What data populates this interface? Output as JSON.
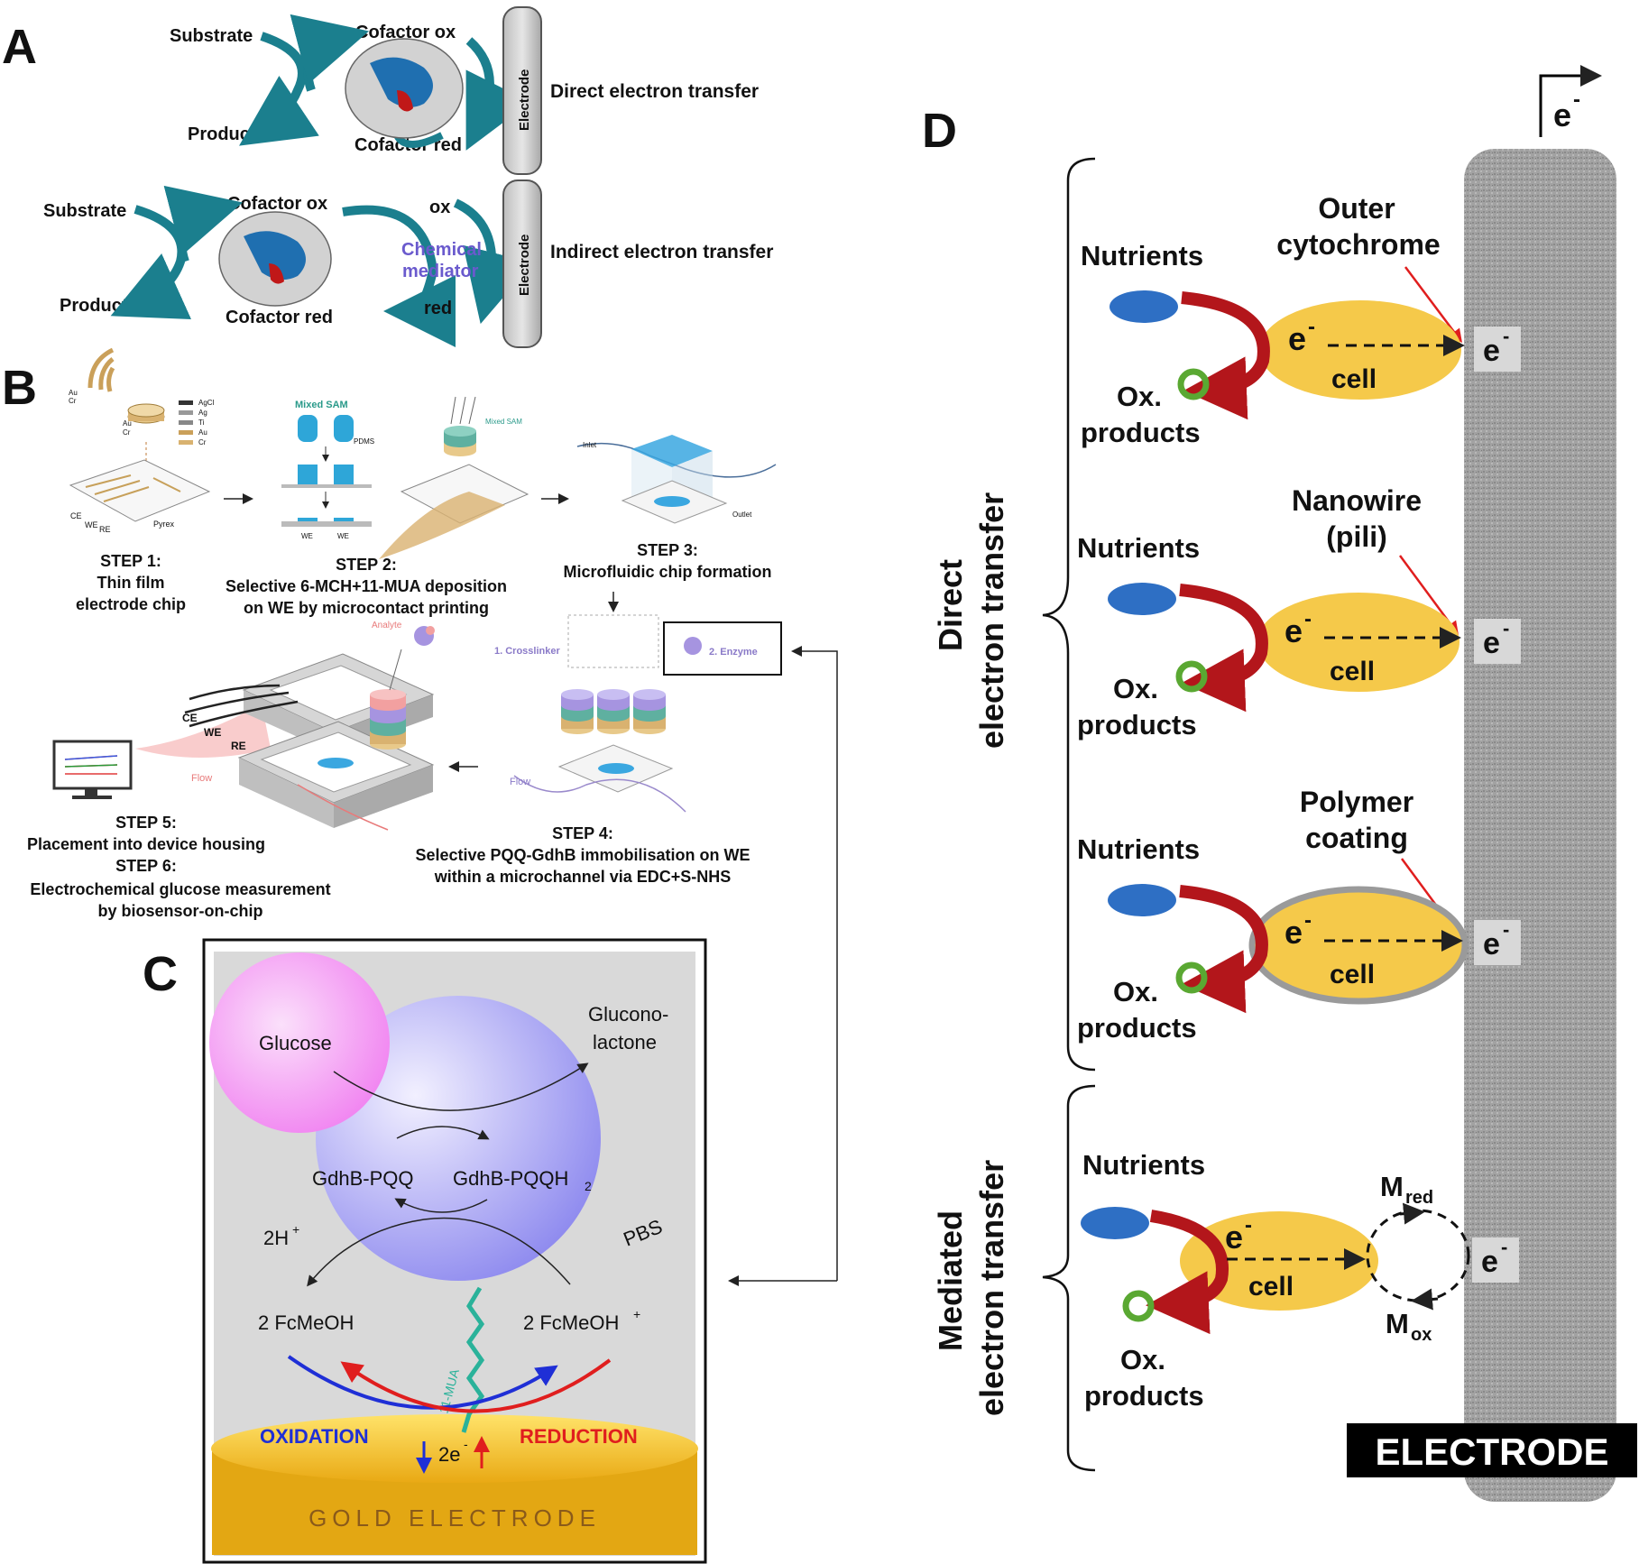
{
  "panels": {
    "A": {
      "letter": "A",
      "direct": {
        "substrate": "Substrate",
        "product": "Product",
        "cofactor_ox": "Cofactor ox",
        "cofactor_red": "Cofactor red",
        "electrode": "Electrode",
        "caption": "Direct electron transfer"
      },
      "indirect": {
        "substrate": "Substrate",
        "product": "Product",
        "cofactor_ox": "Cofactor ox",
        "cofactor_red": "Cofactor red",
        "ox": "ox",
        "red": "red",
        "mediator_line1": "Chemical",
        "mediator_line2": "mediator",
        "electrode": "Electrode",
        "caption": "Indirect electron transfer"
      }
    },
    "B": {
      "letter": "B",
      "step1": [
        "STEP 1:",
        "Thin film",
        "electrode chip"
      ],
      "step2": [
        "STEP 2:",
        "Selective 6-MCH+11-MUA deposition",
        "on WE by microcontact printing"
      ],
      "step3": [
        "STEP 3:",
        "Microfluidic chip formation"
      ],
      "step4": [
        "STEP 4:",
        "Selective PQQ-GdhB immobilisation on WE",
        "within a microchannel via EDC+S-NHS"
      ],
      "step56": [
        "STEP 5:",
        "Placement into device housing",
        "STEP 6:",
        "Electrochemical glucose measurement",
        "by biosensor-on-chip"
      ],
      "mini": {
        "au": "Au",
        "cr": "Cr",
        "agcl": "AgCl",
        "ag": "Ag",
        "ti": "Ti",
        "au2": "Au",
        "cr2": "Cr",
        "ce": "CE",
        "we": "WE",
        "re": "RE",
        "pyrex": "Pyrex",
        "mixed_sam": "Mixed SAM",
        "mixed_sam2": "Mixed SAM",
        "pdms": "PDMS",
        "we_a": "WE",
        "we_b": "WE",
        "inlet": "Inlet",
        "outlet": "Outlet",
        "crosslinker": "1. Crosslinker",
        "enzyme": "2. Enzyme",
        "analyte": "Analyte",
        "flow": "Flow",
        "flow2": "Flow",
        "ce2": "CE",
        "we2": "WE",
        "re2": "RE"
      }
    },
    "C": {
      "letter": "C",
      "glucose": "Glucose",
      "gluconolactone_1": "Glucono-",
      "gluconolactone_2": "lactone",
      "gdhb_pqq": "GdhB-PQQ",
      "gdhb_pqqh2": "GdhB-PQQH",
      "sub2": "2",
      "h_plus": "2H",
      "plus": "+",
      "pbs": "PBS",
      "fcmeoh": "2 FcMeOH",
      "fcmeoh_plus": "2 FcMeOH",
      "mua": "11-MUA",
      "oxidation": "OXIDATION",
      "reduction": "REDUCTION",
      "two_e": "2e",
      "minus": "-",
      "gold": "GOLD ELECTRODE"
    },
    "D": {
      "letter": "D",
      "e_arrow": "e",
      "minus": "-",
      "direct_1": "Direct",
      "direct_2": "electron transfer",
      "mediated_1": "Mediated",
      "mediated_2": "electron transfer",
      "nutrients": "Nutrients",
      "ox_1": "Ox.",
      "ox_2": "products",
      "cell": "cell",
      "e": "e",
      "label1_a": "Outer",
      "label1_b": "cytochrome",
      "label2_a": "Nanowire",
      "label2_b": "(pili)",
      "label3_a": "Polymer",
      "label3_b": "coating",
      "m_red": "M",
      "m_red_sub": "red",
      "m_ox": "M",
      "m_ox_sub": "ox",
      "electrode": "ELECTRODE"
    }
  },
  "colors": {
    "teal": "#1b7f8e",
    "enzyme_blue": "#1f6fb0",
    "mediator_purple": "#6a5acd",
    "cell_yellow": "#f5c94a",
    "nutrient_blue": "#2e6fc4",
    "arrow_red": "#b3161b",
    "ring_green": "#5aa832",
    "electrode_gray": "#9a9a9a",
    "oxidation_blue": "#1f2fd6",
    "reduction_red": "#e01e1e"
  }
}
